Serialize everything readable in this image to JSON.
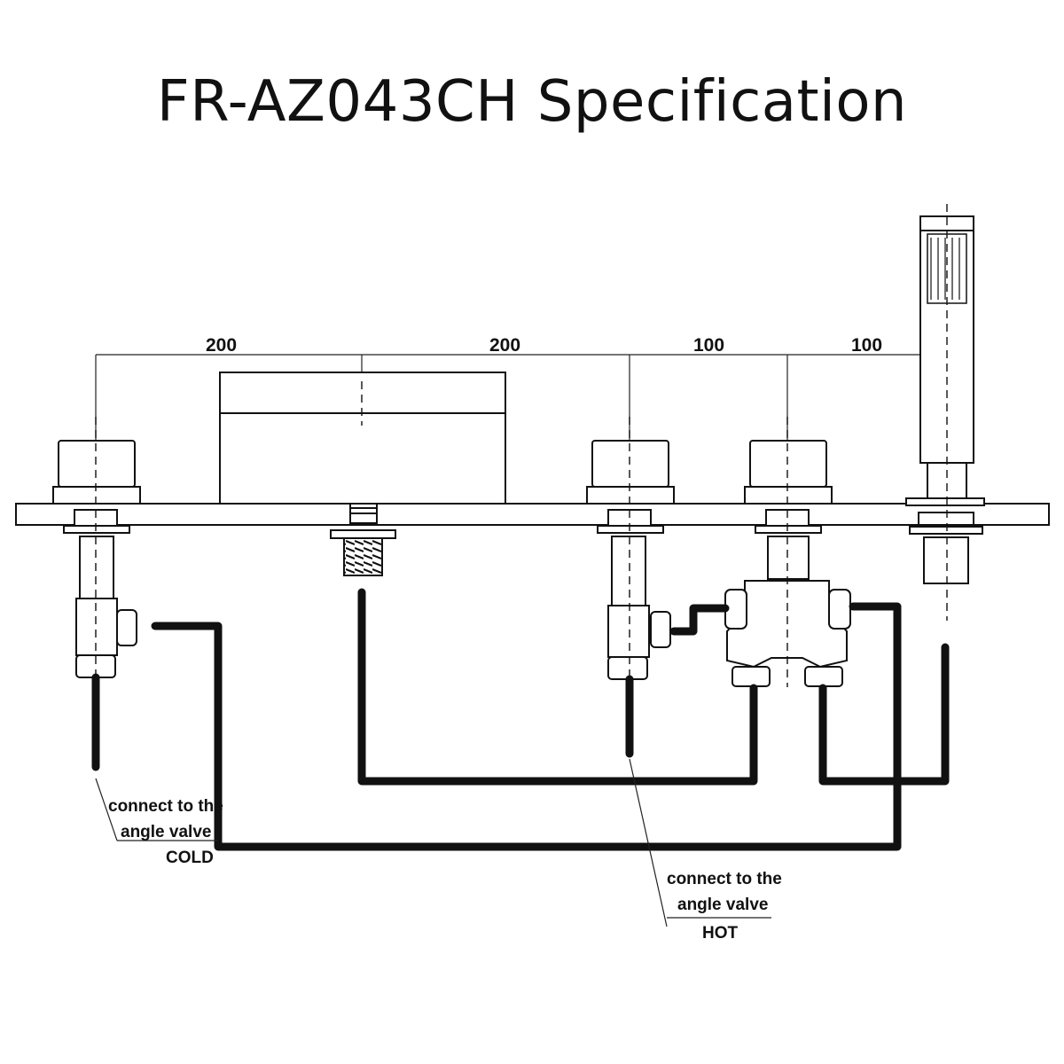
{
  "title": "FR-AZ043CH Specification",
  "dimensions": [
    "200",
    "200",
    "100",
    "100"
  ],
  "labels": {
    "cold": {
      "line1": "connect to the",
      "line2": "angle valve",
      "line3": "COLD"
    },
    "hot": {
      "line1": "connect to the",
      "line2": "angle valve",
      "line3": "HOT"
    }
  }
}
